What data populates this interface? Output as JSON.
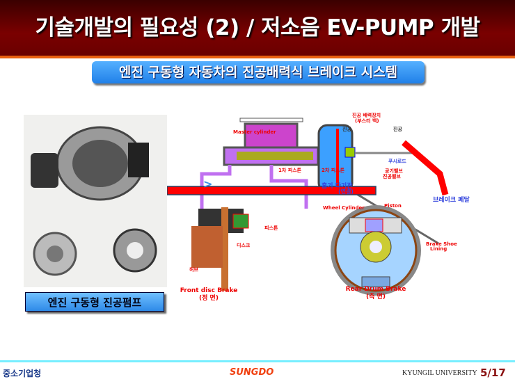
{
  "header": {
    "title": "기술개발의 필요성 (2) / 저소음 EV-PUMP 개발"
  },
  "subtitle": "엔진 구동형 자동차의 진공배력식 브레이크 시스템",
  "photo": {
    "caption": "엔진 구동형 진공펌프"
  },
  "diagram": {
    "booster_label": "진공 배력장치",
    "booster_sub": "(부스터 백)",
    "vacuum_left": "진공",
    "vacuum_right": "진공",
    "master_cylinder": "Master cylinder",
    "piston1": "1차 피스톤",
    "piston2": "2차 피스톤",
    "intake": "흡기 다기관",
    "intake_sub": "(연결)",
    "pushrod": "푸시로드",
    "air_valve": "공기밸브",
    "vacuum_valve": "진공밸브",
    "pedal": "브레이크 페달",
    "wheel_cylinder": "Wheel Cylinder",
    "piston_en": "Piston",
    "brake_shoe": "Brake Shoe",
    "lining": "Lining",
    "caliper_piston": "피스톤",
    "disc": "디스크",
    "hub": "허브",
    "front_brake": "Front disc Brake",
    "front_view": "(정 면)",
    "rear_brake": "Rear Drum Brake",
    "rear_view": "(측 면)"
  },
  "footer": {
    "agency": "중소기업청",
    "company": "SUNGDO",
    "university": "KYUNGIL UNIVERSITY",
    "page": "5/17"
  },
  "colors": {
    "header": "#7a0000",
    "accent": "#2080e8",
    "red": "#ff0000"
  }
}
